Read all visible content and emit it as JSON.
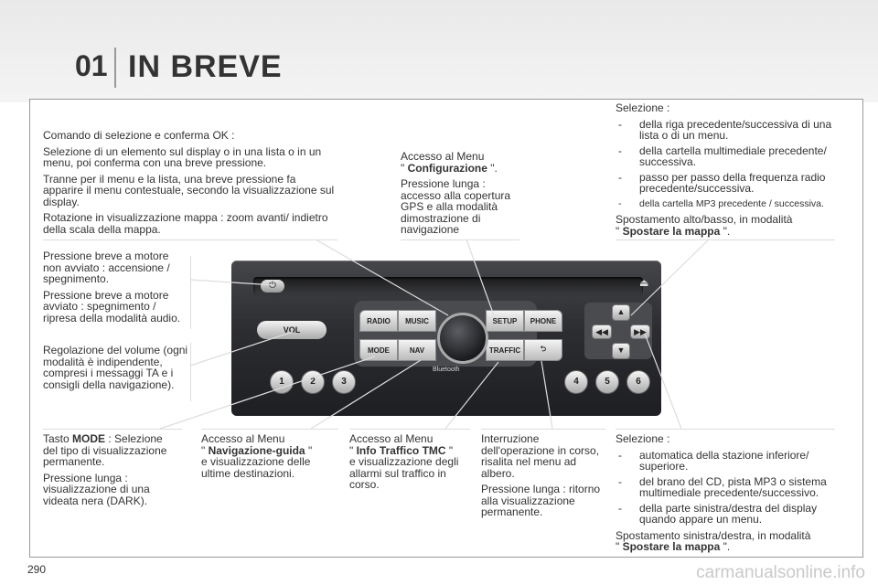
{
  "header": {
    "chapter": "01",
    "title": "IN BREVE"
  },
  "page_number": "290",
  "watermark": "carmanualsonline.info",
  "radio": {
    "buttons": [
      "RADIO",
      "MUSIC",
      "SETUP",
      "PHONE",
      "MODE",
      "NAV",
      "TRAFFIC"
    ],
    "vol_label": "VOL",
    "bluetooth_label": "Bluetooth",
    "presets": [
      "1",
      "2",
      "3",
      "4",
      "5",
      "6"
    ],
    "power_symbol": "⏻",
    "eject_symbol": "⏏",
    "back_symbol": "⮌"
  },
  "callouts": {
    "ok": {
      "title": "Comando di selezione e conferma OK :",
      "p1": "Selezione di un elemento sul display o in una lista o in un menu, poi conferma con una breve pressione.",
      "p2": "Tranne per il menu e la lista, una breve pressione fa apparire il menu contestuale, secondo la visualizzazione sul display.",
      "p3": "Rotazione in visualizzazione mappa : zoom avanti/ indietro della scala della mappa."
    },
    "config": {
      "l1": "Accesso al Menu",
      "q_open": "\" ",
      "name": "Configurazione",
      "q_close": " \".",
      "p2": "Pressione lunga : accesso alla copertura GPS e alla modalità dimostrazione di navigazione"
    },
    "selection_up": {
      "title": "Selezione :",
      "items": [
        "della riga precedente/successiva di una lista o di un menu.",
        "della cartella multimediale precedente/ successiva.",
        "passo per passo della frequenza radio precedente/successiva.",
        "della cartella MP3 precedente / successiva."
      ],
      "move_l1": "Spostamento alto/basso, in modalità",
      "move_q_open": "\" ",
      "move_name": "Spostare la mappa",
      "move_q_close": " \"."
    },
    "power": {
      "p1": "Pressione breve a motore non avviato : accensione / spegnimento.",
      "p2": "Pressione breve a motore avviato : spegnimento / ripresa della modalità audio."
    },
    "volume": {
      "p1": "Regolazione del volume (ogni modalità è indipendente, compresi i messaggi TA e i consigli della navigazione)."
    },
    "mode": {
      "pre": "Tasto ",
      "key": "MODE",
      "post": " : Selezione del tipo di visualizzazione permanente.",
      "p2": "Pressione lunga : visualizzazione di una videata nera (DARK)."
    },
    "nav": {
      "l1": "Accesso al Menu",
      "q_open": "\" ",
      "name": "Navigazione-guida",
      "q_close": " \"",
      "post": "e visualizzazione delle ultime destinazioni."
    },
    "traffic": {
      "l1": "Accesso al Menu",
      "q_open": "\" ",
      "name": "Info Traffico TMC",
      "q_close": " \"",
      "post": "e visualizzazione degli allarmi sul traffico in corso."
    },
    "back": {
      "p1": "Interruzione dell'operazione in corso, risalita nel menu ad albero.",
      "p2": "Pressione lunga : ritorno alla visualizzazione permanente."
    },
    "selection_low": {
      "title": "Selezione :",
      "items": [
        "automatica della stazione inferiore/ superiore.",
        "del brano del CD, pista MP3 o sistema multimediale precedente/successivo.",
        "della parte sinistra/destra del display quando appare un menu."
      ],
      "move_l1": "Spostamento sinistra/destra, in modalità",
      "move_q_open": "\" ",
      "move_name": "Spostare la mappa",
      "move_q_close": " \"."
    }
  }
}
